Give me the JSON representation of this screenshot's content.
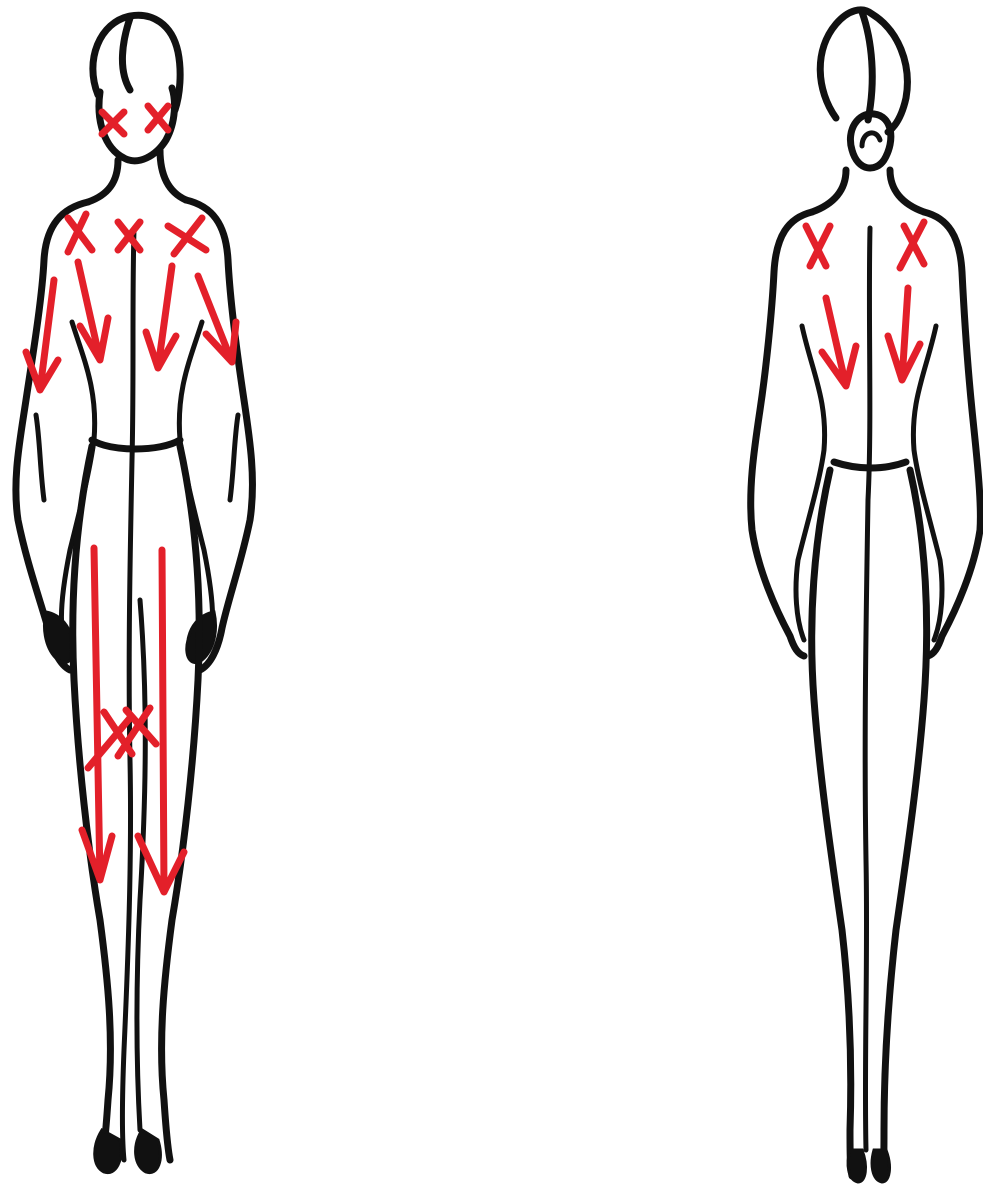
{
  "figures": [
    {
      "id": "front",
      "marks": {
        "crosses": [
          "left-cheek",
          "right-cheek",
          "left-shoulder",
          "sternum",
          "right-shoulder",
          "left-knee",
          "right-knee"
        ],
        "arrows": [
          "left-upper-arm",
          "left-chest",
          "right-chest",
          "right-upper-arm",
          "left-thigh",
          "right-thigh"
        ]
      }
    },
    {
      "id": "back",
      "marks": {
        "crosses": [
          "left-shoulder-blade",
          "right-shoulder-blade"
        ],
        "arrows": [
          "left-back",
          "right-back"
        ]
      }
    }
  ],
  "colors": {
    "outline": "#111111",
    "marks": "#e3202a",
    "background": "#ffffff"
  }
}
